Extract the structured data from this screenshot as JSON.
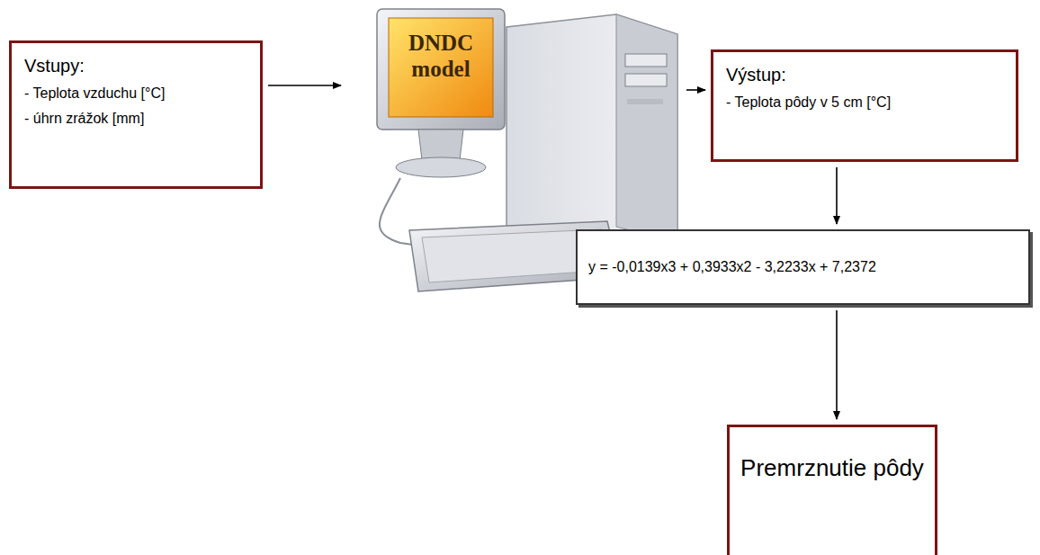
{
  "diagram": {
    "nodes": [
      {
        "text": [
          "Vstupy:",
          "- Teplota vzduchu [°C]",
          "- úhrn zrážok [mm]"
        ]
      },
      {
        "text": [
          "DNDC model"
        ]
      },
      {
        "text": [
          "Výstup:",
          "- Teplota pôdy v 5 cm [°C]"
        ]
      },
      {
        "text": [
          "y = -0,0139x3 + 0,3933x2 - 3,2233x + 7,2372"
        ]
      },
      {
        "text": [
          "Premrznutie pôdy"
        ]
      }
    ],
    "edges": [
      {
        "from": 0,
        "to": 1,
        "arrow": "to"
      },
      {
        "from": 1,
        "to": 2,
        "arrow": "to"
      },
      {
        "from": 2,
        "to": 3,
        "arrow": "to"
      },
      {
        "from": 3,
        "to": 4,
        "arrow": "to"
      }
    ]
  }
}
